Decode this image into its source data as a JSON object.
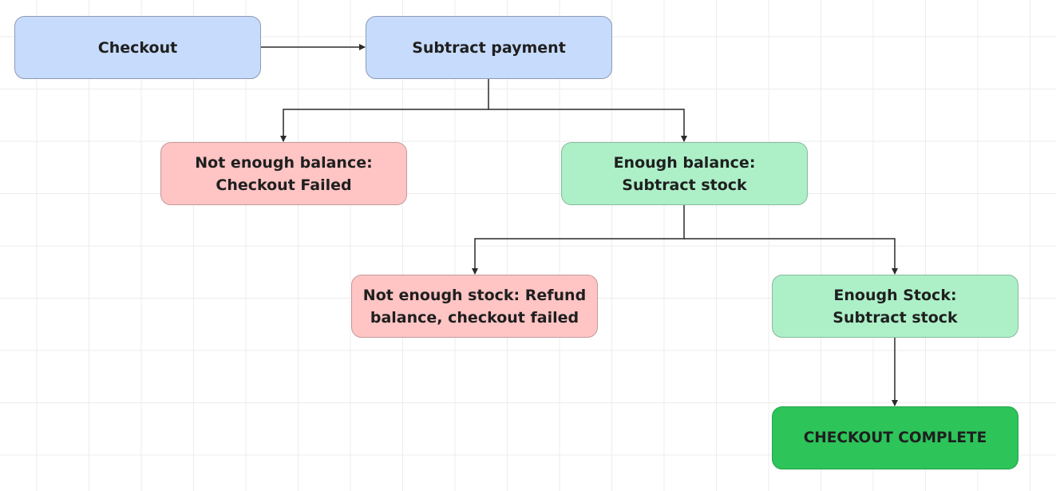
{
  "diagram": {
    "nodes": {
      "checkout": {
        "label": "Checkout",
        "color": "#c7dbfc"
      },
      "subtract_payment": {
        "label": "Subtract payment",
        "color": "#c7dbfc"
      },
      "not_enough_balance": {
        "label": "Not enough balance:\nCheckout Failed",
        "color": "#ffc4c4"
      },
      "enough_balance": {
        "label": "Enough balance:\nSubtract stock",
        "color": "#adf0c8"
      },
      "not_enough_stock": {
        "label": "Not enough stock:  Refund\nbalance, checkout failed",
        "color": "#ffc4c4"
      },
      "enough_stock": {
        "label": "Enough Stock:\nSubtract stock",
        "color": "#adf0c8"
      },
      "checkout_complete": {
        "label": "CHECKOUT COMPLETE",
        "color": "#2dc45a"
      }
    },
    "edges": [
      {
        "from": "checkout",
        "to": "subtract_payment"
      },
      {
        "from": "subtract_payment",
        "to": "not_enough_balance"
      },
      {
        "from": "subtract_payment",
        "to": "enough_balance"
      },
      {
        "from": "enough_balance",
        "to": "not_enough_stock"
      },
      {
        "from": "enough_balance",
        "to": "enough_stock"
      },
      {
        "from": "enough_stock",
        "to": "checkout_complete"
      }
    ],
    "connector_color": "#2a2a2a"
  }
}
